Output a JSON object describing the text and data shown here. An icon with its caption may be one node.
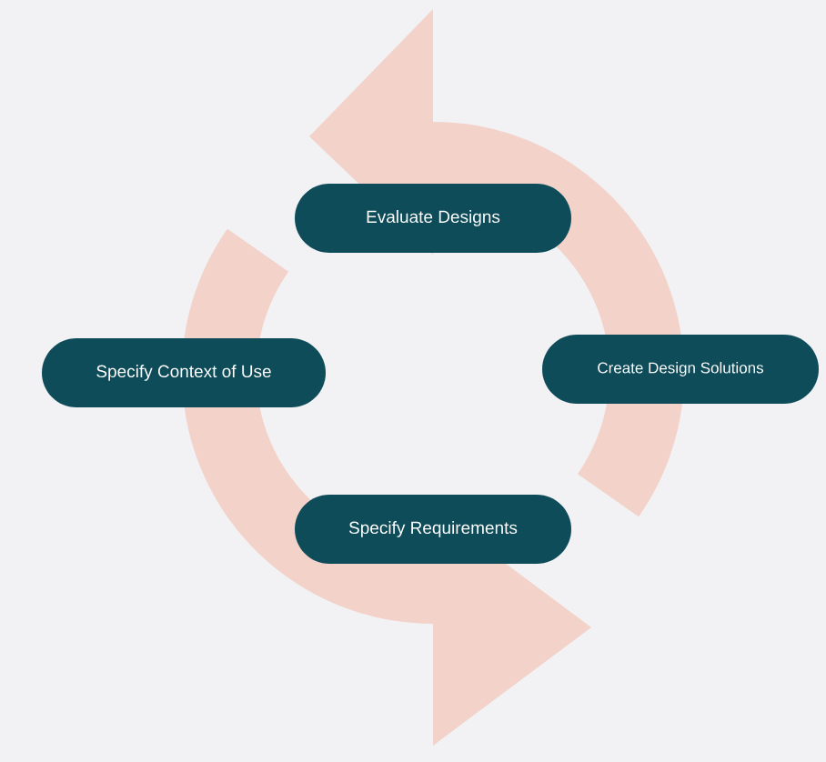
{
  "diagram": {
    "nodes": [
      {
        "text": [
          "Evaluate Designs"
        ]
      },
      {
        "text": [
          "Specify Context of Use"
        ]
      },
      {
        "text": [
          "Create Design Solutions"
        ]
      },
      {
        "text": [
          "Specify Requirements"
        ]
      }
    ]
  }
}
